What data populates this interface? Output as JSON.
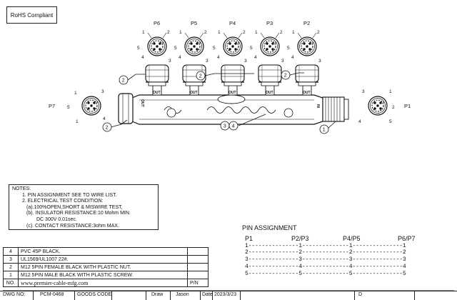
{
  "compliance_badge": "RoHS Compliant",
  "connectors": {
    "top": [
      "P6",
      "P5",
      "P4",
      "P3",
      "P2"
    ],
    "left": "P7",
    "right": "P1"
  },
  "pin_numbers": [
    "1",
    "2",
    "3",
    "4",
    "5"
  ],
  "body_labels": {
    "out": "OUT",
    "in": "IN"
  },
  "balloons": [
    "1",
    "2",
    "3",
    "4"
  ],
  "notes": {
    "header": "NOTES:",
    "lines": [
      "1. PIN ASSIGNMENT SEE TO WIRE LIST.",
      "2. ELECTRICAL TEST CONDITION:",
      "(a).100%OPEN,SHORT & MISWIRE TEST,",
      "(b). INSULATOR RESISTANCE:10 Mohm MIN.",
      "DC 300V 0.01sec.",
      "(c). CONTACT RESISTANCE:3ohm MAX."
    ]
  },
  "pin_assignment": {
    "title": "PIN  ASSIGNMENT",
    "headers": [
      "P1",
      "P2/P3",
      "P4/P5",
      "P6/P7"
    ],
    "rows": [
      {
        "p1": "1",
        "p23": "1",
        "p45": "1",
        "p67": "1"
      },
      {
        "p1": "2",
        "p23": "2",
        "p45": "2",
        "p67": "2"
      },
      {
        "p1": "3",
        "p23": "3",
        "p45": "3",
        "p67": "3"
      },
      {
        "p1": "4",
        "p23": "4",
        "p45": "4",
        "p67": "4"
      },
      {
        "p1": "5",
        "p23": "5",
        "p45": "5",
        "p67": "5"
      }
    ]
  },
  "bom": [
    {
      "no": "4",
      "desc": "PVC 45P BLACK."
    },
    {
      "no": "3",
      "desc": "UL1569/UL1007 22#."
    },
    {
      "no": "2",
      "desc": "M12 5PIN FEMALE  BLACK WITH PLASTIC NUT."
    },
    {
      "no": "1",
      "desc": "M12 5PIN MALE  BLACK WITH PLASTIC SCREW."
    }
  ],
  "bom_footer": {
    "no_label": "NO.",
    "website": "www.premier-cable-mfg.com",
    "pn_label": "P/N"
  },
  "title_block": {
    "dwg_no_label": "DWG NO:",
    "dwg_no": "PCM-0468",
    "goods_code_label": "GOODS CODE",
    "draw_label": "Draw",
    "draw_name": "Jason",
    "date_label": "Date",
    "date": "2023/3/23",
    "d_label": "D"
  }
}
